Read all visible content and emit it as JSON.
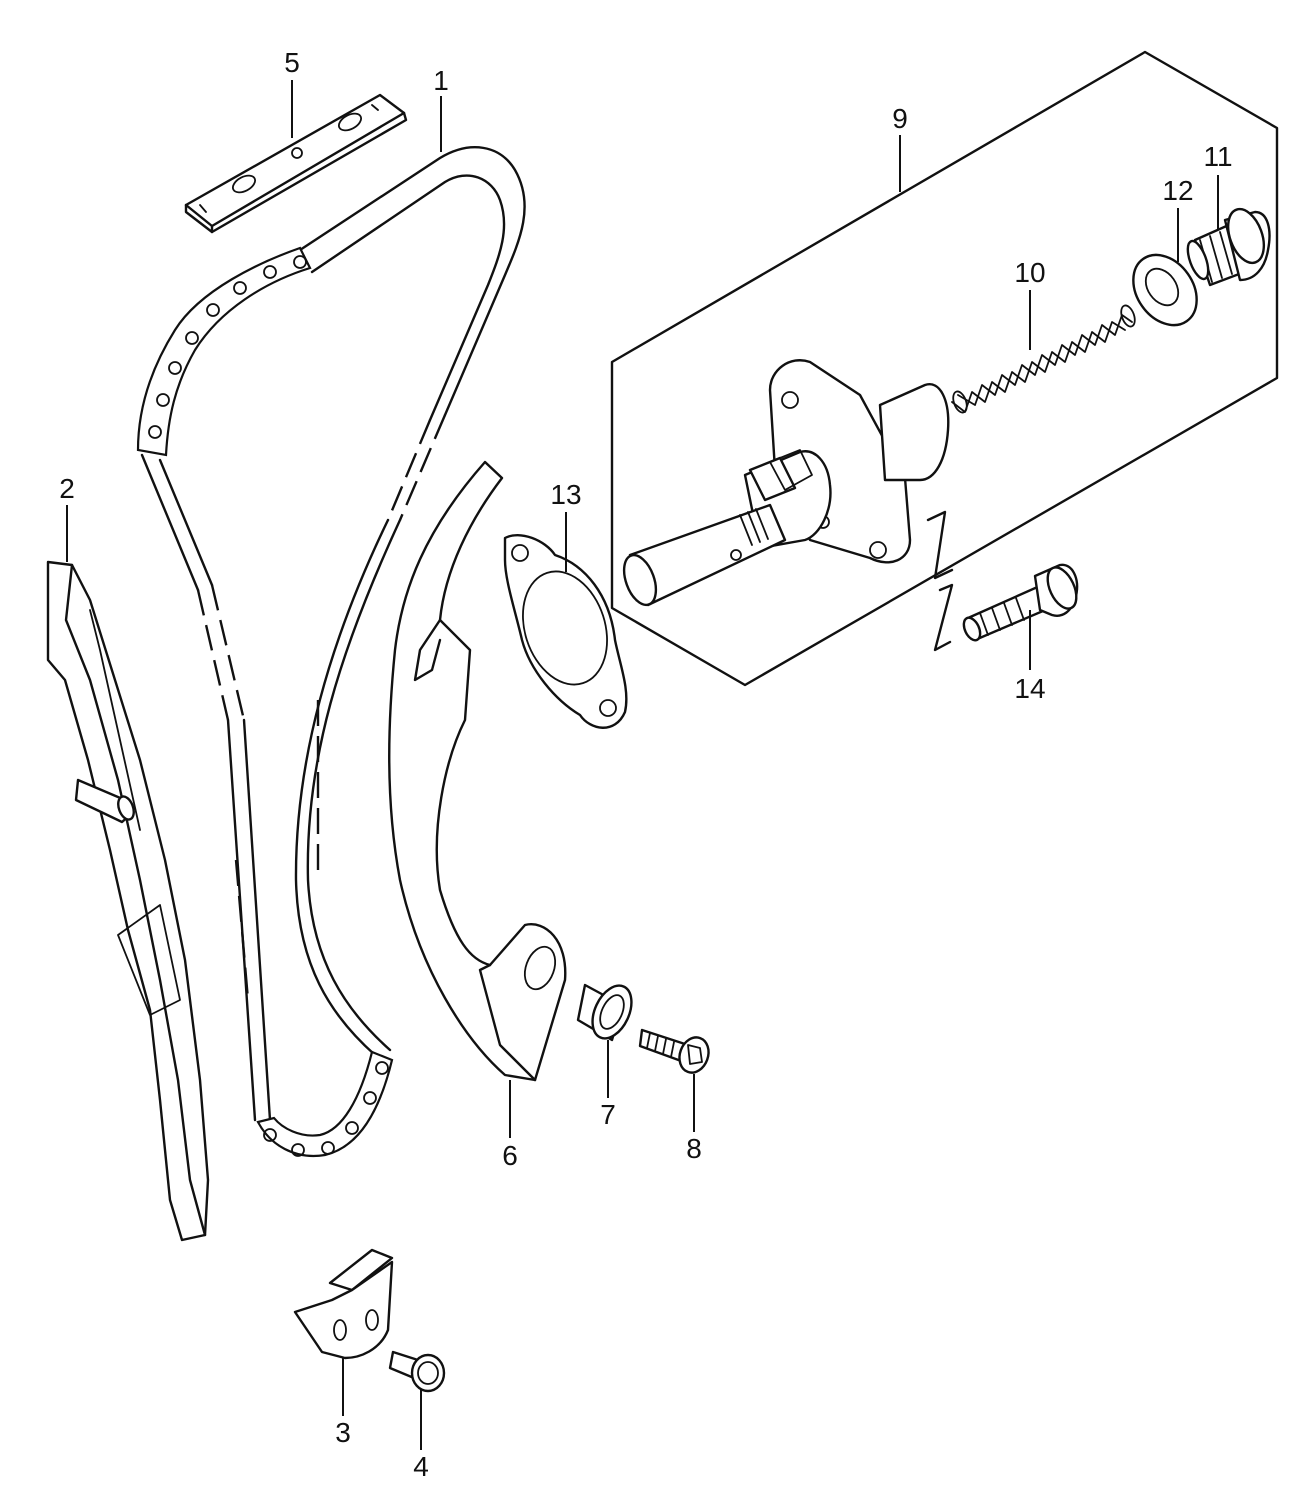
{
  "callouts": [
    {
      "id": "callout-1",
      "label": "1"
    },
    {
      "id": "callout-2",
      "label": "2"
    },
    {
      "id": "callout-3",
      "label": "3"
    },
    {
      "id": "callout-4",
      "label": "4"
    },
    {
      "id": "callout-5",
      "label": "5"
    },
    {
      "id": "callout-6",
      "label": "6"
    },
    {
      "id": "callout-7",
      "label": "7"
    },
    {
      "id": "callout-8",
      "label": "8"
    },
    {
      "id": "callout-9",
      "label": "9"
    },
    {
      "id": "callout-10",
      "label": "10"
    },
    {
      "id": "callout-11",
      "label": "11"
    },
    {
      "id": "callout-12",
      "label": "12"
    },
    {
      "id": "callout-13",
      "label": "13"
    },
    {
      "id": "callout-14",
      "label": "14"
    }
  ]
}
